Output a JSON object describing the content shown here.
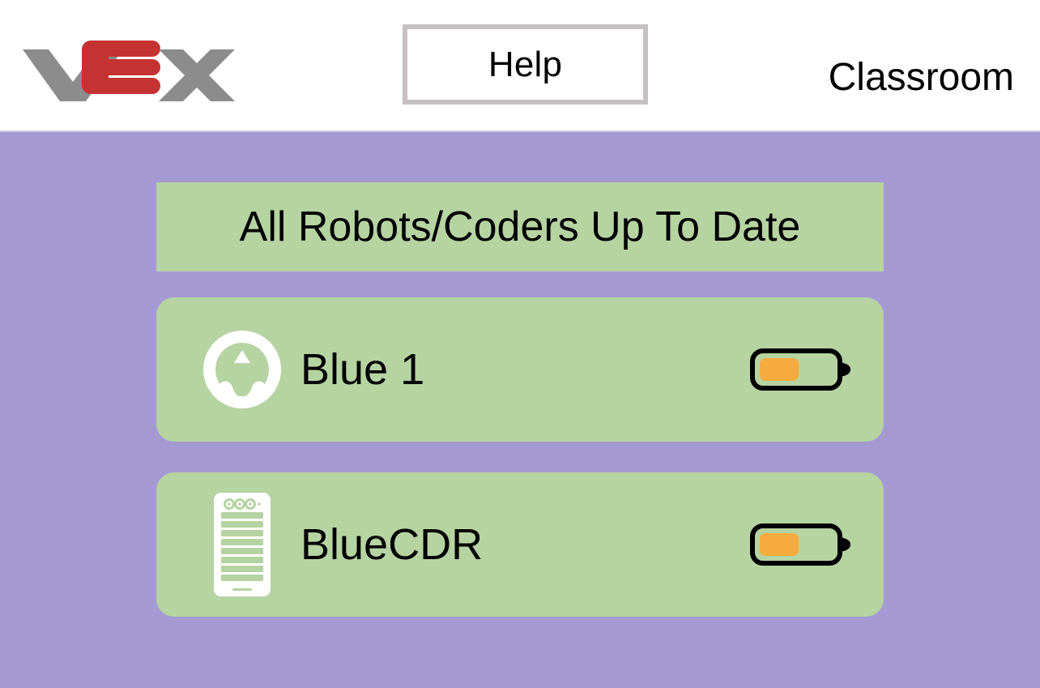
{
  "app": {
    "title": "Classroom",
    "background_color": "#a599d3",
    "panel_color": "#b6d3a2",
    "accent_orange": "#f5ab3e"
  },
  "header": {
    "logo_name": "vex-logo",
    "logo_text": "VEX",
    "help_label": "Help",
    "title": "Classroom"
  },
  "status": {
    "banner_text": "All Robots/Coders Up To Date"
  },
  "devices": [
    {
      "name": "Blue 1",
      "icon": "robot-brain-icon",
      "battery_percent": 50,
      "battery_color": "#f5ab3e"
    },
    {
      "name": "BlueCDR",
      "icon": "coder-tablet-icon",
      "battery_percent": 50,
      "battery_color": "#f5ab3e"
    }
  ]
}
